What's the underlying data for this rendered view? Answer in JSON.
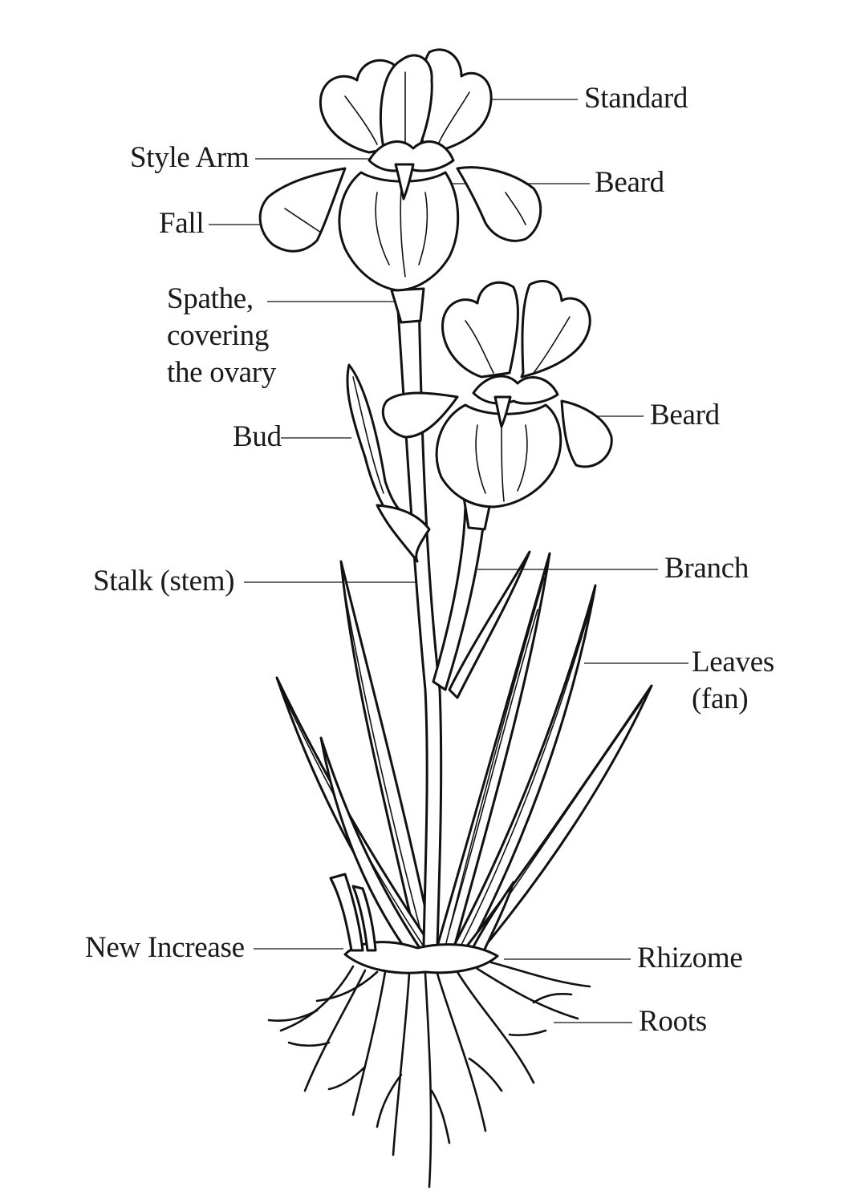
{
  "labels": {
    "standard": "Standard",
    "style_arm": "Style Arm",
    "beard_upper": "Beard",
    "fall": "Fall",
    "spathe_line1": "Spathe,",
    "spathe_line2": "covering",
    "spathe_line3": "the ovary",
    "bud": "Bud",
    "beard_lower": "Beard",
    "stalk": "Stalk (stem)",
    "branch": "Branch",
    "leaves_line1": "Leaves",
    "leaves_line2": "(fan)",
    "new_increase": "New Increase",
    "rhizome": "Rhizome",
    "roots": "Roots"
  }
}
